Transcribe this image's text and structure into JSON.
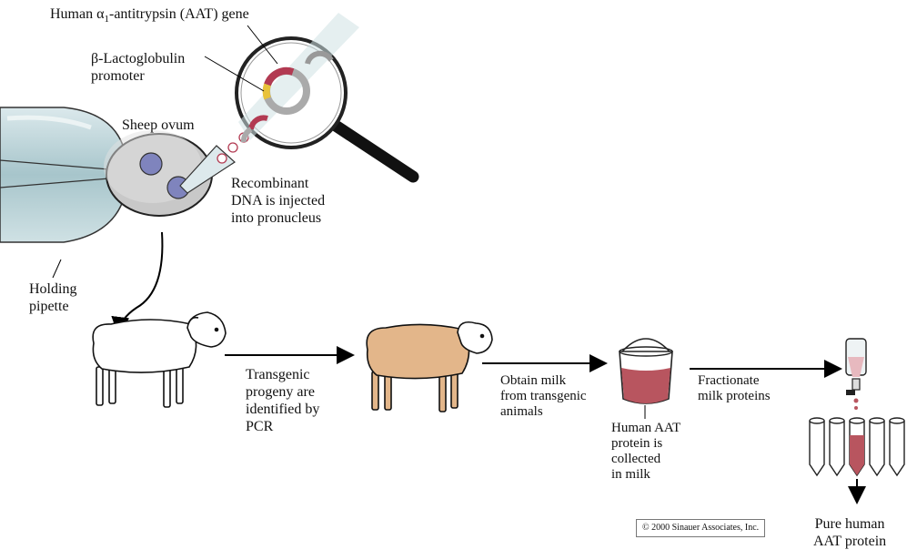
{
  "labels": {
    "gene": "Human α1-antitrypsin (AAT) gene",
    "gene_prefix": "Human α",
    "gene_sub": "1",
    "gene_suffix": "-antitrypsin (AAT) gene",
    "promoter_line1": "β-Lactoglobulin",
    "promoter_line2": "promoter",
    "ovum": "Sheep ovum",
    "recombinant": [
      "Recombinant",
      "DNA is injected",
      "into pronucleus"
    ],
    "holding": [
      "Holding",
      "pipette"
    ],
    "transgenic": [
      "Transgenic",
      "progeny are",
      "identified by",
      "PCR"
    ],
    "obtain": [
      "Obtain milk",
      "from transgenic",
      "animals"
    ],
    "collected": [
      "Human AAT",
      "protein is",
      "collected",
      "in milk"
    ],
    "fractionate": [
      "Fractionate",
      "milk proteins"
    ],
    "pure": [
      "Pure human",
      "AAT protein"
    ],
    "copyright": "© 2000 Sinauer Associates, Inc."
  },
  "colors": {
    "pipette": "#b9d3d8",
    "ovum": "#c9c9c9",
    "nucleus": "#7f84bd",
    "dna_red": "#b23a52",
    "dna_yellow": "#e8c23a",
    "milk": "#b8555f",
    "sheep_white": "#ffffff",
    "sheep_tan": "#e3b68a"
  },
  "icons": [
    "magnifier-icon",
    "plasmid-icon",
    "sheep-icon",
    "transgenic-sheep-icon",
    "milk-bucket-icon",
    "chromatography-column-icon",
    "test-tube-icon"
  ]
}
